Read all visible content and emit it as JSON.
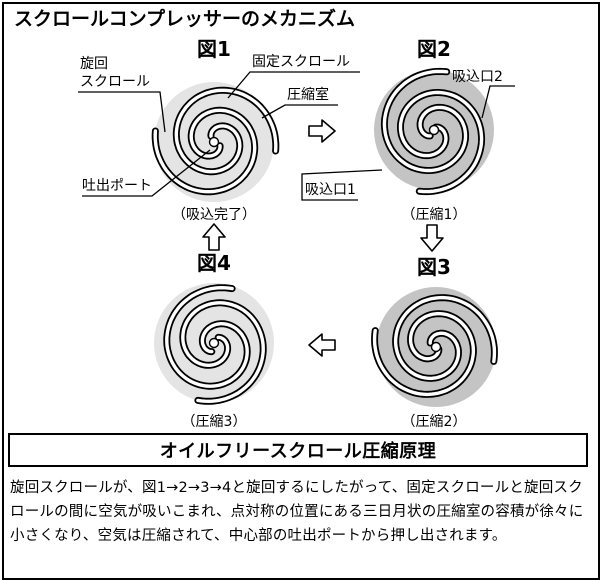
{
  "title": "スクロールコンプレッサーのメカニズム",
  "figures": {
    "fig1": {
      "label": "図1",
      "caption": "（吸込完了）"
    },
    "fig2": {
      "label": "図2",
      "caption": "（圧縮1）"
    },
    "fig3": {
      "label": "図3",
      "caption": "（圧縮2）"
    },
    "fig4": {
      "label": "図4",
      "caption": "（圧縮3）"
    }
  },
  "callouts": {
    "orbiting_scroll_line1": "旋回",
    "orbiting_scroll_line2": "スクロール",
    "fixed_scroll": "固定スクロール",
    "compression_chamber": "圧縮室",
    "discharge_port": "吐出ポート",
    "suction_port_2": "吸込口2",
    "suction_port_1": "吸込口1"
  },
  "banner": "オイルフリースクロール圧縮原理",
  "description": "旋回スクロールが、図1→2→3→4と旋回するにしたがって、固定スクロールと旋回スクロールの間に空気が吸いこまれ、点対称の位置にある三日月状の圧縮室の容積が徐々に小さくなり、空気は圧縮されて、中心部の吐出ポートから押し出されます。",
  "colors": {
    "chamber_light": "#e4e4e4",
    "chamber_dark": "#c4c4c4",
    "wall": "#000000"
  },
  "icons": [
    "right-arrow-icon",
    "down-arrow-icon",
    "left-arrow-icon",
    "up-arrow-icon"
  ]
}
